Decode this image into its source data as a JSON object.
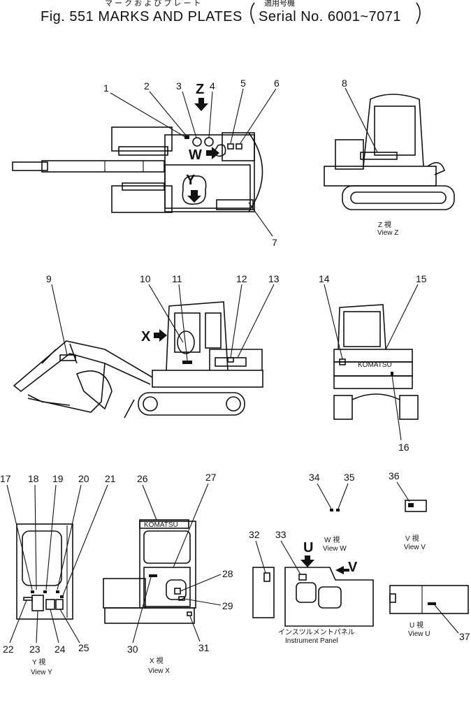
{
  "header": {
    "japanese_title": "マ ー ク  お よ び  プ レ ー ト",
    "title": "Fig. 551  MARKS  AND  PLATES",
    "serial_japanese": "適用号機",
    "serial": "Serial  No.  6001~7071"
  },
  "arrows": {
    "w": "W",
    "x": "X",
    "y": "Y",
    "z": "Z",
    "u": "U",
    "v": "V"
  },
  "brand": {
    "komatsu_side": "KOMATSU",
    "komatsu_cab": "KOMATSU"
  },
  "callouts": {
    "n1": "1",
    "n2": "2",
    "n3": "3",
    "n4": "4",
    "n5": "5",
    "n6": "6",
    "n7": "7",
    "n8": "8",
    "n9": "9",
    "n10": "10",
    "n11": "11",
    "n12": "12",
    "n13": "13",
    "n14": "14",
    "n15": "15",
    "n16": "16",
    "n17": "17",
    "n18": "18",
    "n19": "19",
    "n20": "20",
    "n21": "21",
    "n22": "22",
    "n23": "23",
    "n24": "24",
    "n25": "25",
    "n26": "26",
    "n27": "27",
    "n28": "28",
    "n29": "29",
    "n30": "30",
    "n31": "31",
    "n32": "32",
    "n33": "33",
    "n34": "34",
    "n35": "35",
    "n36": "36",
    "n37": "37"
  },
  "captions": {
    "z_jp": "Z  視",
    "z": "View  Z",
    "y_jp": "Y  視",
    "y": "View  Y",
    "x_jp": "X  視",
    "x": "View  X",
    "w_jp": "W  視",
    "w": "View  W",
    "v_jp": "V  視",
    "v": "View  V",
    "u_jp": "U  視",
    "u": "View  U",
    "panel_jp": "インスツルメントパネル",
    "panel": "Instrument  Panel"
  }
}
